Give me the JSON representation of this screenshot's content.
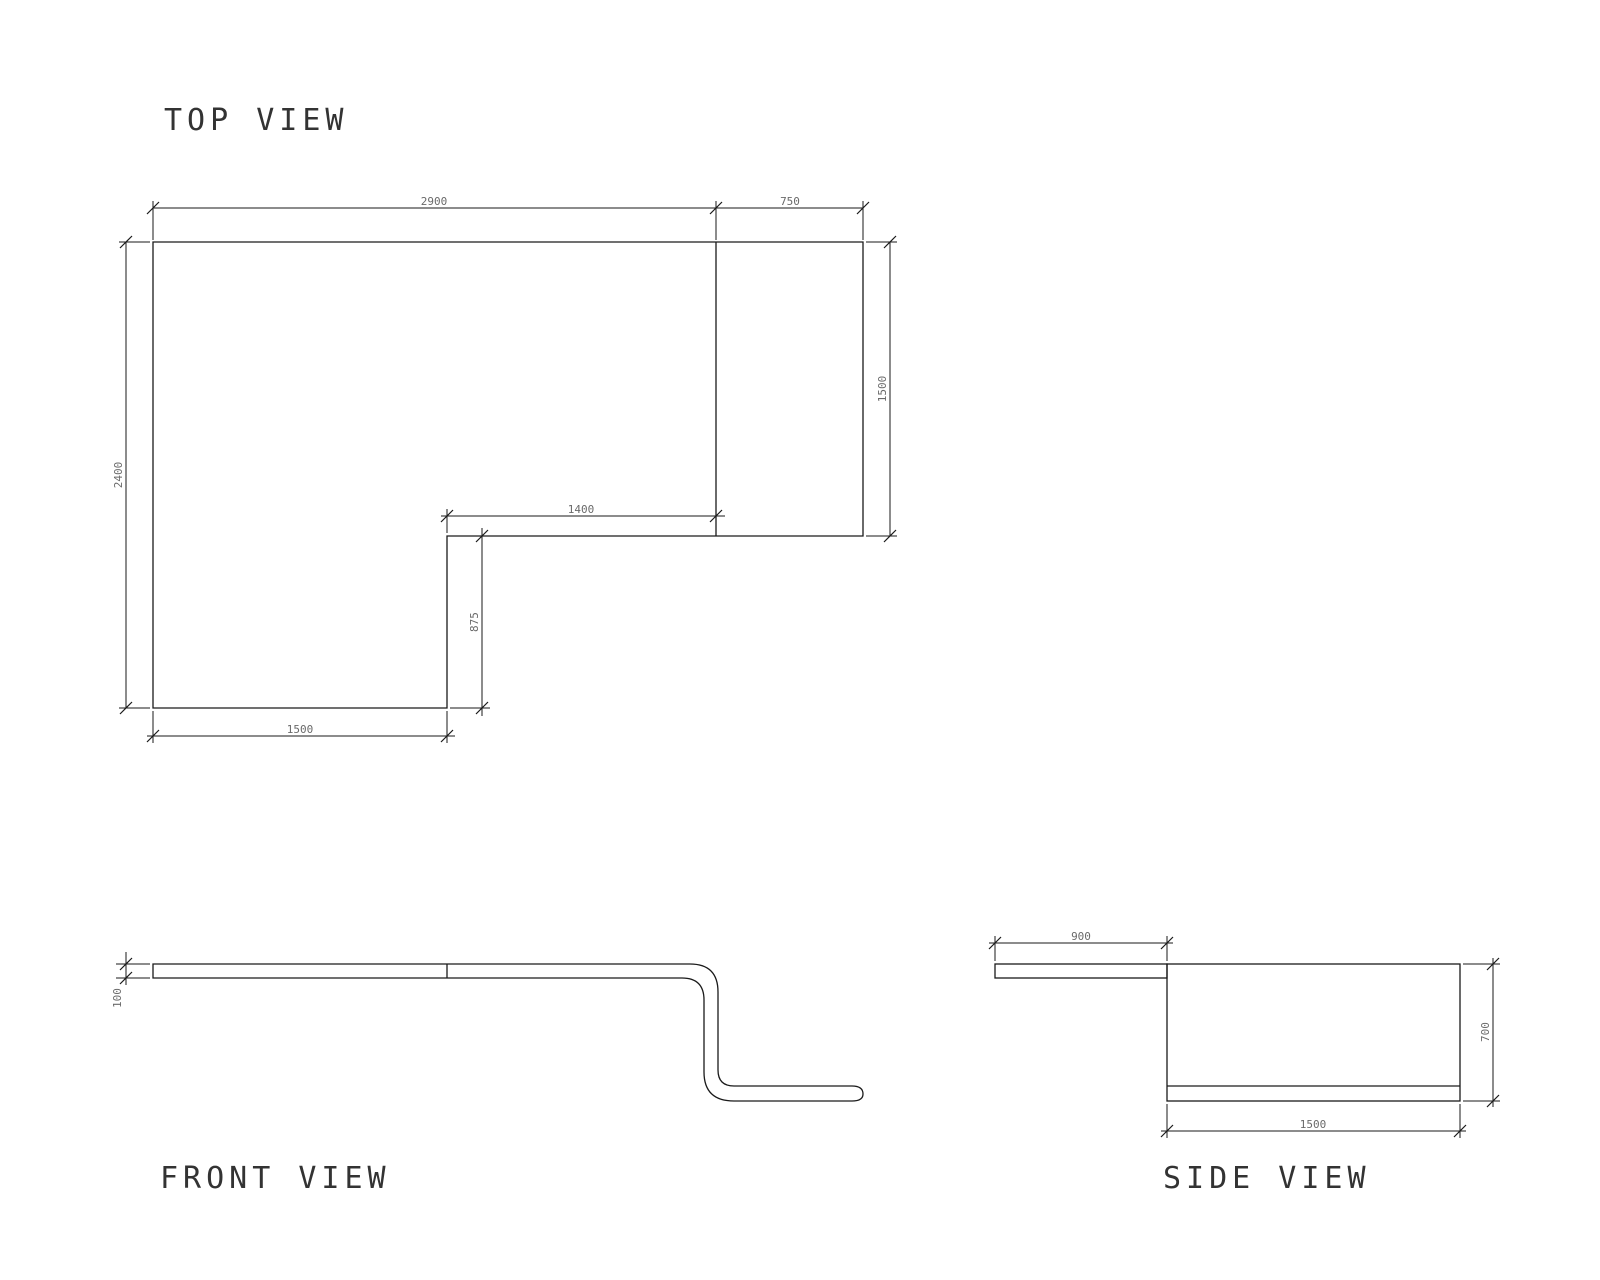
{
  "colors": {
    "line": "#1a1a1a",
    "text": "#333333",
    "dim_text": "#6a6a6a",
    "background": "#ffffff"
  },
  "top_view": {
    "title": "TOP VIEW",
    "dims": {
      "top_left_width": "2900",
      "top_right_width": "750",
      "right_height": "1500",
      "left_height": "2400",
      "inner_width": "1400",
      "inner_height": "875",
      "bottom_width": "1500"
    }
  },
  "front_view": {
    "title": "FRONT VIEW",
    "dims": {
      "thickness": "100"
    }
  },
  "side_view": {
    "title": "SIDE VIEW",
    "dims": {
      "overhang": "900",
      "height": "700",
      "depth": "1500"
    }
  }
}
